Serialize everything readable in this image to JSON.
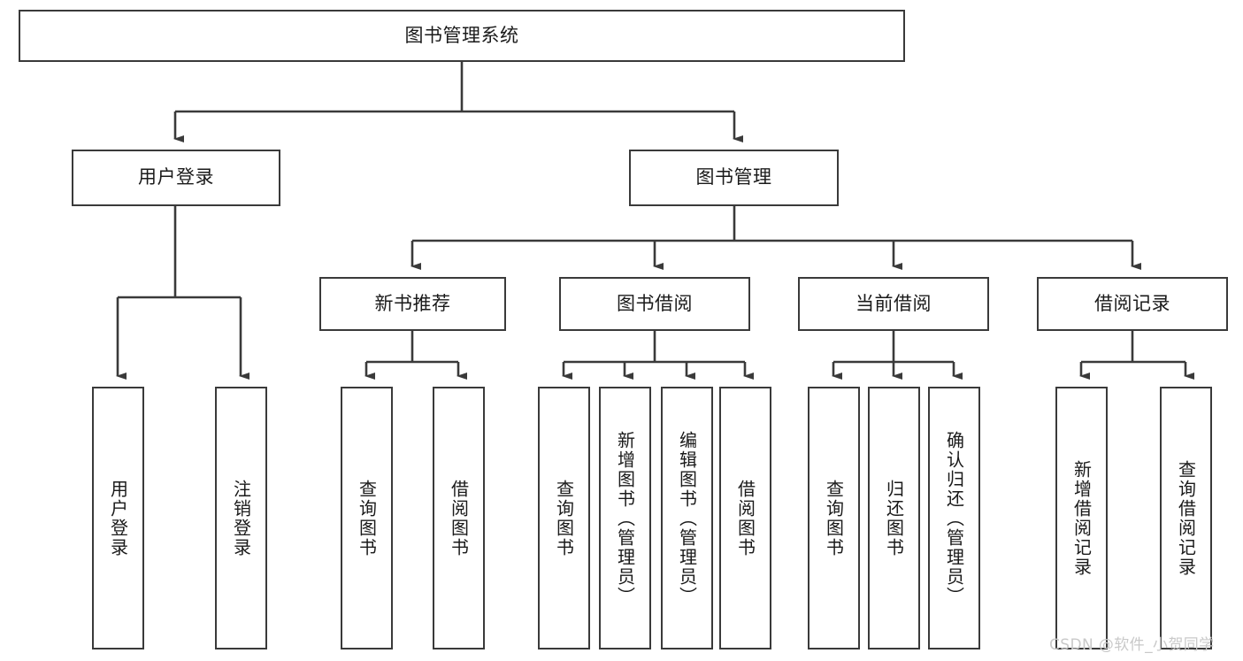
{
  "diagram": {
    "type": "hierarchy-tree",
    "title": "图书管理系统",
    "orientation": "top-down",
    "line_color": "#3a3a3a",
    "box_fill": "#ffffff",
    "text_color": "#1a1a1a"
  },
  "nodes": {
    "root": {
      "label": "图书管理系统",
      "level": 0
    },
    "l1": [
      {
        "label": "用户登录",
        "level": 1
      },
      {
        "label": "图书管理",
        "level": 1
      }
    ],
    "l2": [
      {
        "label": "新书推荐",
        "level": 2
      },
      {
        "label": "图书借阅",
        "level": 2
      },
      {
        "label": "当前借阅",
        "level": 2
      },
      {
        "label": "借阅记录",
        "level": 2
      }
    ],
    "leaves": {
      "user_login": [
        {
          "label": "用户登录"
        },
        {
          "label": "注销登录"
        }
      ],
      "new_book_recommend": [
        {
          "label": "查询图书"
        },
        {
          "label": "借阅图书"
        }
      ],
      "book_borrow": [
        {
          "label": "查询图书"
        },
        {
          "label": "新增图书（管理员）"
        },
        {
          "label": "编辑图书（管理员）"
        },
        {
          "label": "借阅图书"
        }
      ],
      "current_borrow": [
        {
          "label": "查询图书"
        },
        {
          "label": "归还图书"
        },
        {
          "label": "确认归还（管理员）"
        }
      ],
      "borrow_record": [
        {
          "label": "新增借阅记录"
        },
        {
          "label": "查询借阅记录"
        }
      ]
    }
  },
  "watermark": {
    "text": "CSDN @软件_小贺同学"
  }
}
